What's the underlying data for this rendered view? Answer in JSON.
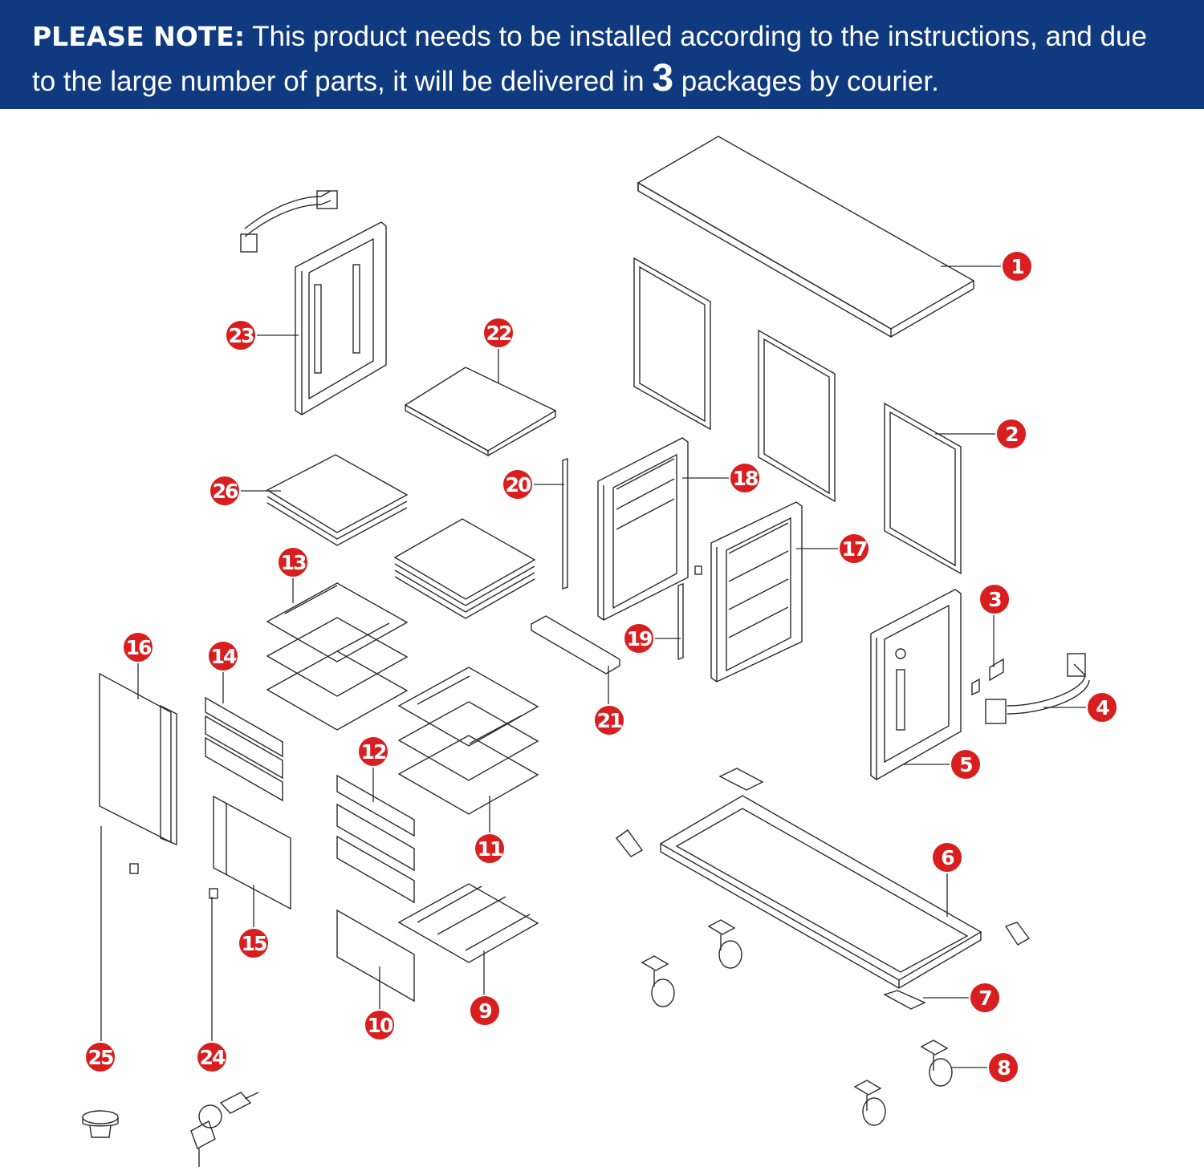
{
  "notice": {
    "lead": "PLEASE NOTE:",
    "text_1": "This product needs to be installed according to the instructions, and due to the large number of parts, it will be delivered in",
    "package_count": "3",
    "text_2": "packages by courier."
  },
  "colors": {
    "banner": "#0f3a80",
    "callout": "#d81e1e",
    "line": "#2a2a2a"
  },
  "callouts": [
    "1",
    "2",
    "3",
    "4",
    "5",
    "6",
    "7",
    "8",
    "9",
    "10",
    "11",
    "12",
    "13",
    "14",
    "15",
    "16",
    "17",
    "18",
    "19",
    "20",
    "21",
    "22",
    "23",
    "24",
    "25",
    "26"
  ]
}
